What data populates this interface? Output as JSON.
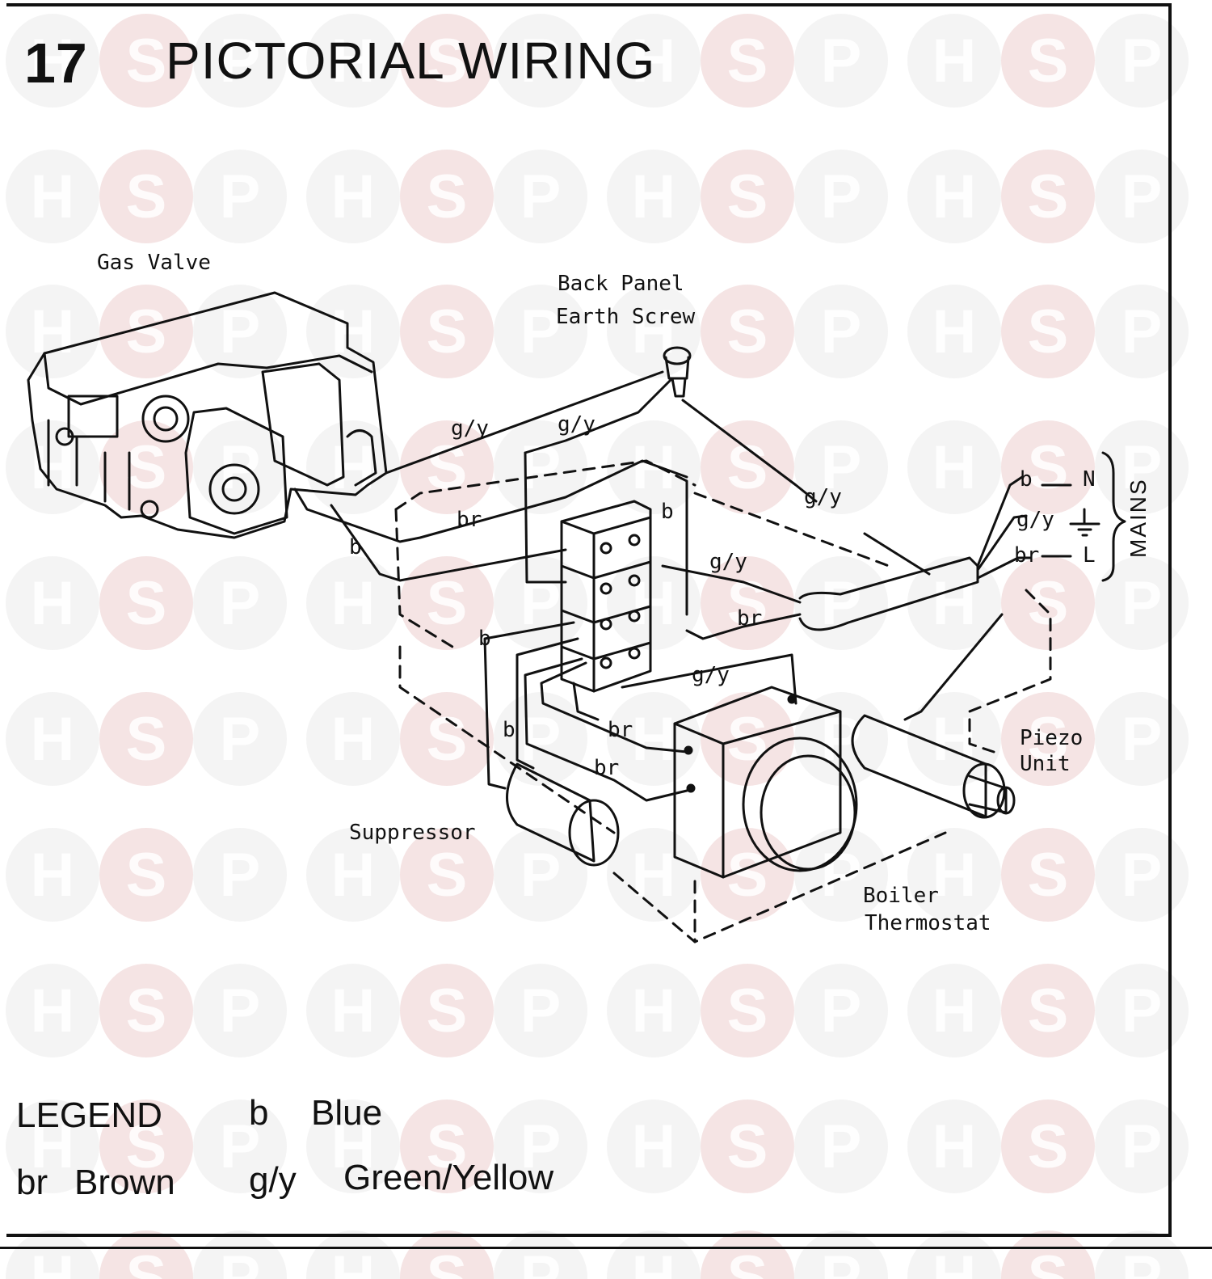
{
  "title": {
    "number": "17",
    "text": "PICTORIAL WIRING"
  },
  "watermark": {
    "letters": [
      "H",
      "S",
      "P"
    ],
    "color": "#c9c9c9",
    "accent_color": "#e9c4c4"
  },
  "components": {
    "gas_valve": "Gas Valve",
    "earth_screw_line1": "Back Panel",
    "earth_screw_line2": "Earth Screw",
    "suppressor": "Suppressor",
    "boiler_thermostat_line1": "Boiler",
    "boiler_thermostat_line2": "Thermostat",
    "piezo_line1": "Piezo",
    "piezo_line2": "Unit",
    "mains": "MAINS"
  },
  "mains_terminals": [
    {
      "wire": "b",
      "terminal": "N"
    },
    {
      "wire": "g/y",
      "terminal": "earth"
    },
    {
      "wire": "br",
      "terminal": "L"
    }
  ],
  "wire_labels": {
    "gy_valve": "g/y",
    "gy_block": "g/y",
    "gy_earth": "g/y",
    "br_top": "br",
    "b_top": "b",
    "b_valve": "b",
    "gy_mid": "g/y",
    "br_mid": "br",
    "b_left": "b",
    "gy_thermo": "g/y",
    "b_supp": "b",
    "br_low1": "br",
    "br_low2": "br",
    "mains_b": "b",
    "mains_gy": "g/y",
    "mains_br": "br",
    "mains_n": "N",
    "mains_l": "L"
  },
  "legend": {
    "heading": "LEGEND",
    "items": [
      {
        "code": "b",
        "name": "Blue"
      },
      {
        "code": "br",
        "name": "Brown"
      },
      {
        "code": "g/y",
        "name": "Green/Yellow"
      }
    ]
  }
}
